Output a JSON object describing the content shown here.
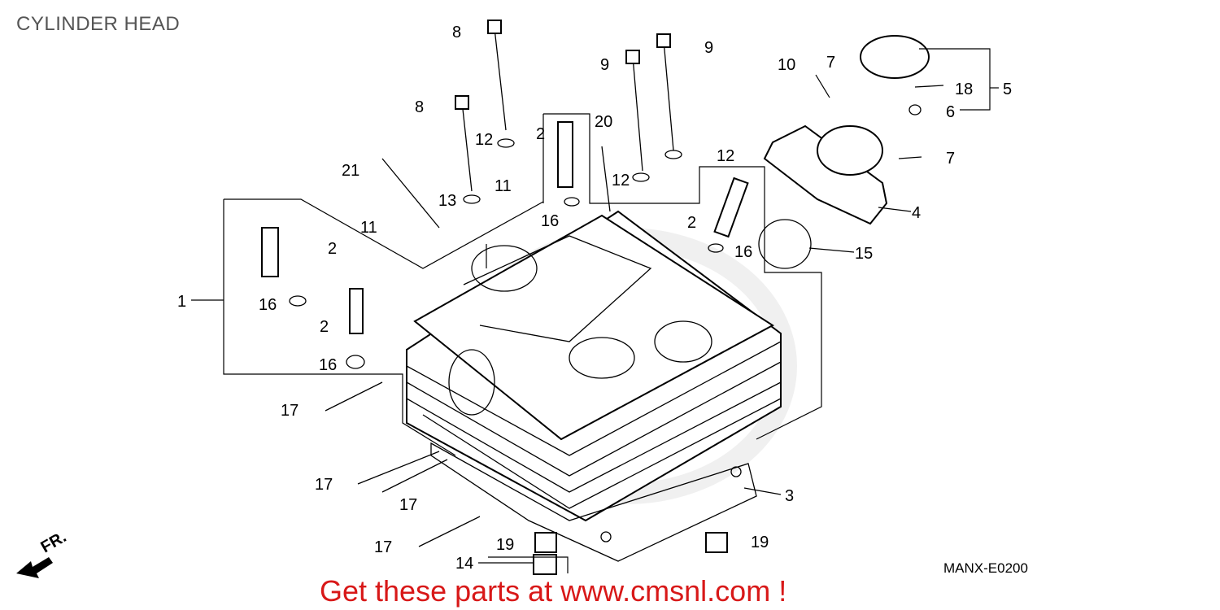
{
  "title": "CYLINDER HEAD",
  "diagram_code": "MANX-E0200",
  "front_marker": "FR.",
  "promo_text": "Get these parts at www.cmsnl.com !",
  "labels": [
    "8",
    "8",
    "9",
    "9",
    "10",
    "7",
    "18",
    "5",
    "6",
    "7",
    "12",
    "2",
    "20",
    "12",
    "21",
    "11",
    "13",
    "12",
    "16",
    "4",
    "2",
    "11",
    "2",
    "16",
    "15",
    "1",
    "16",
    "2",
    "16",
    "17",
    "3",
    "17",
    "17",
    "17",
    "19",
    "19",
    "14"
  ]
}
